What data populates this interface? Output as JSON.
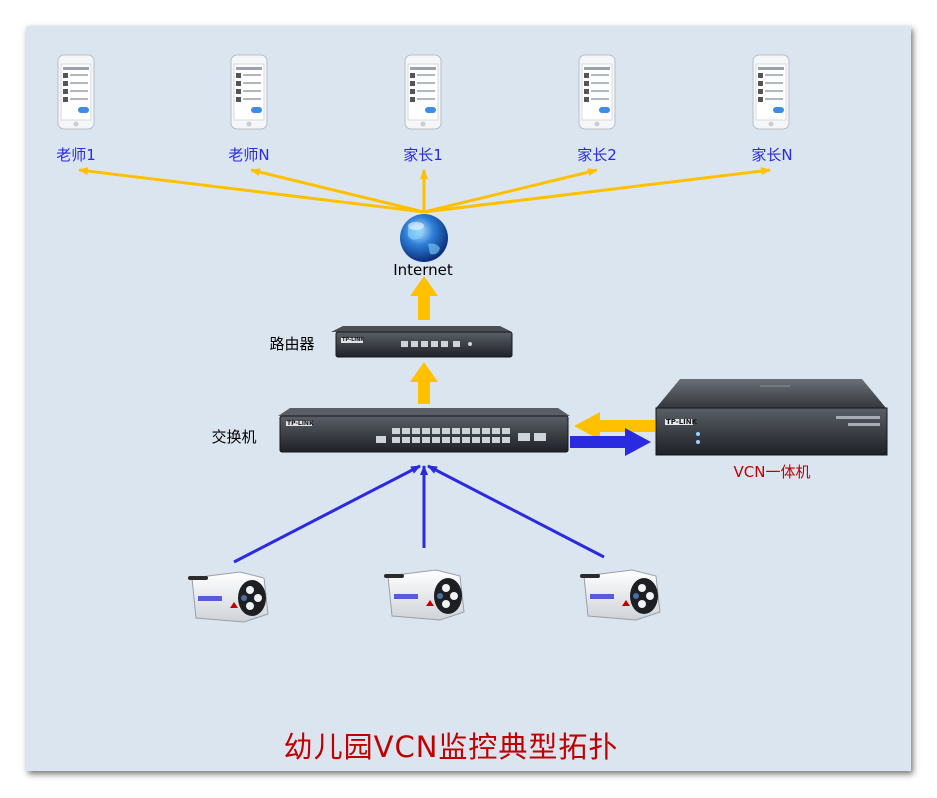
{
  "diagram": {
    "title": "幼儿园VCN监控典型拓扑",
    "clients": [
      {
        "label": "老师1"
      },
      {
        "label": "老师N"
      },
      {
        "label": "家长1"
      },
      {
        "label": "家长2"
      },
      {
        "label": "家长N"
      }
    ],
    "internet_label": "Internet",
    "router_label": "路由器",
    "switch_label": "交换机",
    "vcn_label": "VCN一体机",
    "brand": "TP-LINK",
    "colors": {
      "background": "#dbe5f0",
      "uplink_arrow": "#ffc000",
      "camera_link": "#2a2ae0",
      "client_label": "#2a2ae0",
      "title": "#c00000"
    }
  }
}
